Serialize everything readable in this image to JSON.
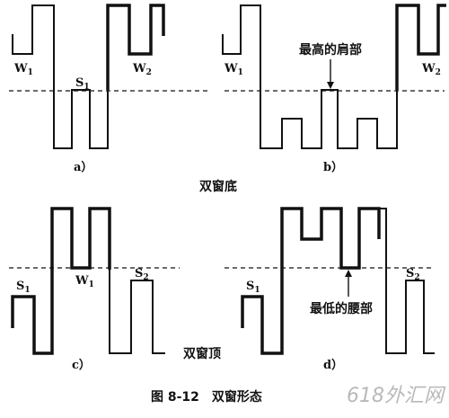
{
  "panels": {
    "a": {
      "tag": "a）",
      "w1": "W",
      "w1_sub": "1",
      "s1": "S",
      "s1_sub": "1",
      "w2": "W",
      "w2_sub": "2"
    },
    "b": {
      "tag": "b）",
      "w1": "W",
      "w1_sub": "1",
      "w2": "W",
      "w2_sub": "2",
      "annotation": "最高的肩部"
    },
    "c": {
      "tag": "c）",
      "s1": "S",
      "s1_sub": "1",
      "w1": "W",
      "w1_sub": "1",
      "s2": "S",
      "s2_sub": "2"
    },
    "d": {
      "tag": "d）",
      "s1": "S",
      "s1_sub": "1",
      "s2": "S",
      "s2_sub": "2",
      "annotation": "最低的腰部"
    }
  },
  "group_labels": {
    "bottom": "双窗底",
    "top": "双窗顶"
  },
  "caption": "图 8-12　双窗形态",
  "watermark": "618外汇网"
}
